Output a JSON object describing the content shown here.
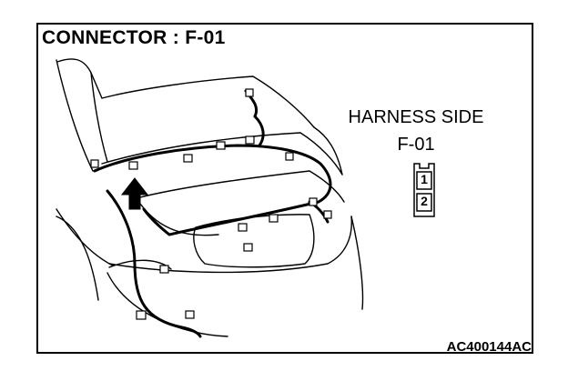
{
  "diagram": {
    "title": "CONNECTOR : F-01",
    "harness_label": "HARNESS SIDE",
    "harness_connector_id": "F-01",
    "pins": [
      "1",
      "2"
    ],
    "figure_code": "AC400144AC",
    "colors": {
      "line": "#000000",
      "background": "#ffffff"
    }
  }
}
